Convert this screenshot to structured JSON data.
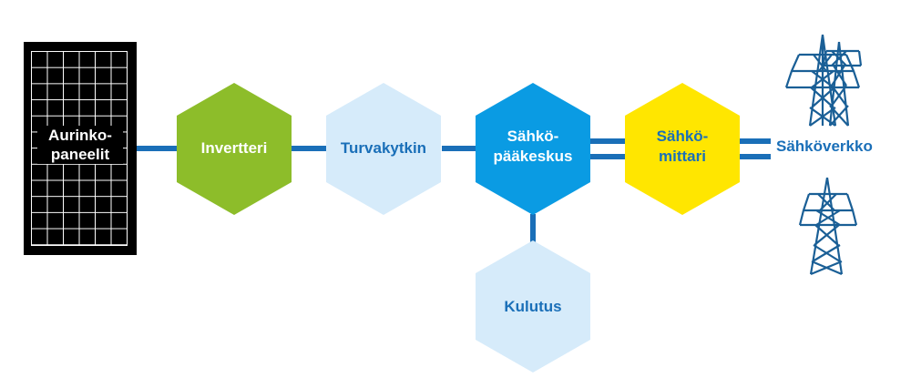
{
  "nodes": {
    "panels": {
      "line1": "Aurinko-",
      "line2": "paneelit"
    },
    "inverter": {
      "label": "Invertteri"
    },
    "safety_switch": {
      "label": "Turvakytkin"
    },
    "main_panel": {
      "line1": "Sähkö-",
      "line2": "pääkeskus"
    },
    "meter": {
      "line1": "Sähkö-",
      "line2": "mittari"
    },
    "consumption": {
      "label": "Kulutus"
    },
    "grid": {
      "label": "Sähköverkko"
    }
  },
  "colors": {
    "connector": "#1a6fb8",
    "inverter_fill": "#8dbd2a",
    "safety_switch_fill": "#d6ebfa",
    "main_panel_fill": "#0a9be3",
    "meter_fill": "#ffe600",
    "consumption_fill": "#d6ebfa",
    "pylon": "#1a5f96",
    "panel_fill": "#000000"
  },
  "icons": {
    "pylon": "power-pylon-icon",
    "solar_panel": "solar-panel-icon"
  }
}
